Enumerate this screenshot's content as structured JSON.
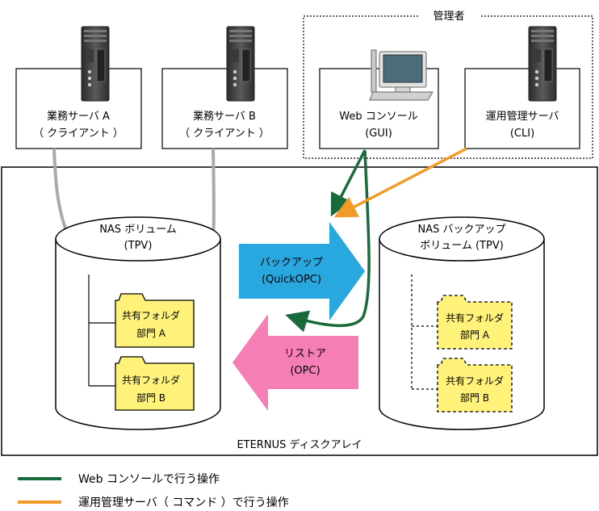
{
  "admin_group": {
    "label": "管理者"
  },
  "servers": {
    "server_a": {
      "line1": "業務サーバ A",
      "line2": "（ クライアント ）"
    },
    "server_b": {
      "line1": "業務サーバ B",
      "line2": "（ クライアント ）"
    }
  },
  "admin": {
    "web_console": {
      "line1": "Web コンソール",
      "line2": "(GUI)"
    },
    "mgmt_server": {
      "line1": "運用管理サーバ",
      "line2": "(CLI)"
    }
  },
  "eternus": {
    "label": "ETERNUS ディスクアレイ"
  },
  "nas_volume": {
    "line1": "NAS ボリューム",
    "line2": "(TPV)"
  },
  "backup_volume": {
    "line1": "NAS バックアップ",
    "line2": "ボリューム (TPV)"
  },
  "folders": {
    "src_a": {
      "line1": "共有フォルダ",
      "line2": "部門 A"
    },
    "src_b": {
      "line1": "共有フォルダ",
      "line2": "部門 B"
    },
    "dst_a": {
      "line1": "共有フォルダ",
      "line2": "部門 A"
    },
    "dst_b": {
      "line1": "共有フォルダ",
      "line2": "部門 B"
    }
  },
  "backup_arrow": {
    "line1": "バックアップ",
    "line2": "(QuickOPC)",
    "color": "#29a8e0"
  },
  "restore_arrow": {
    "line1": "リストア",
    "line2": "(OPC)",
    "color": "#f47eb5"
  },
  "legend": {
    "web": {
      "text": "Web コンソールで行う操作",
      "color": "#1a6b3c"
    },
    "cli": {
      "text": "運用管理サーバ（ コマンド ）で行う操作",
      "color": "#f39a28"
    }
  },
  "colors": {
    "folder_fill": "#fff27a",
    "server_body": "#4a4a4a",
    "client_line": "#aaaaaa"
  },
  "icons": [
    "server-icon",
    "pc-icon",
    "folder-icon",
    "cylinder-icon"
  ]
}
